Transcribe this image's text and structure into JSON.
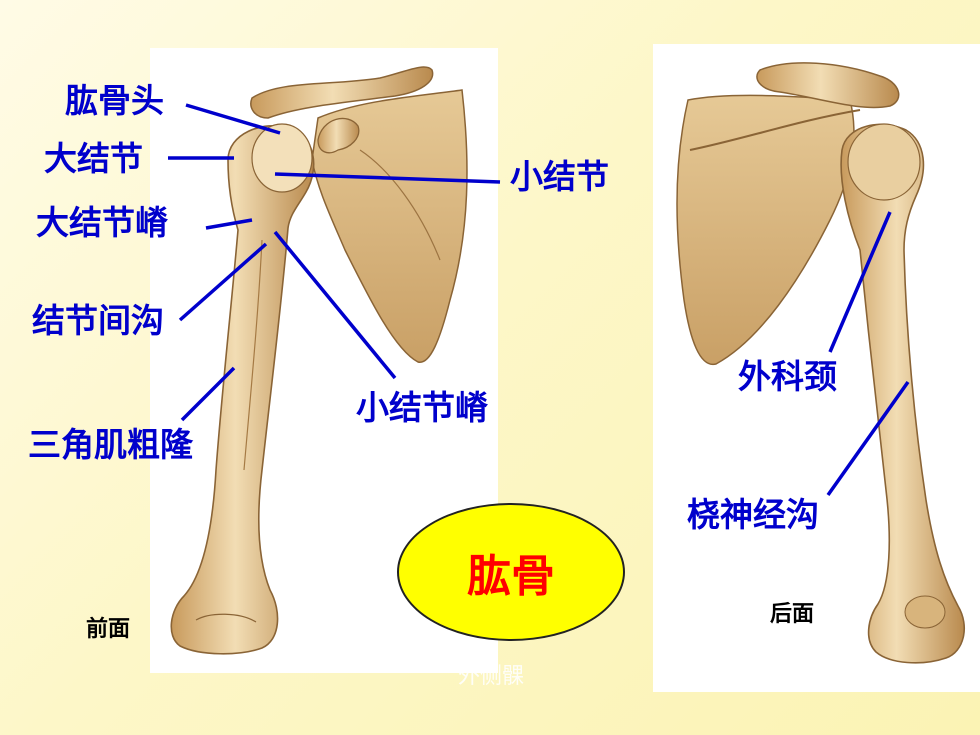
{
  "colors": {
    "label": "#0000cc",
    "leader_line": "#0000cc",
    "title_text": "#ff0000",
    "title_fill": "#ffff00",
    "bone": "#e8cfa0",
    "bone_shadow": "#b98a4e"
  },
  "title": "肱骨",
  "views": {
    "anterior": "前面",
    "posterior": "后面"
  },
  "labels": {
    "humeral_head": "肱骨头",
    "greater_tubercle": "大结节",
    "lesser_tubercle": "小结节",
    "crest_greater_tubercle": "大结节嵴",
    "intertubercular_groove": "结节间沟",
    "crest_lesser_tubercle": "小结节嵴",
    "deltoid_tuberosity": "三角肌粗隆",
    "surgical_neck": "外科颈",
    "radial_groove": "桡神经沟",
    "lateral_epicondyle": "外侧髁"
  }
}
